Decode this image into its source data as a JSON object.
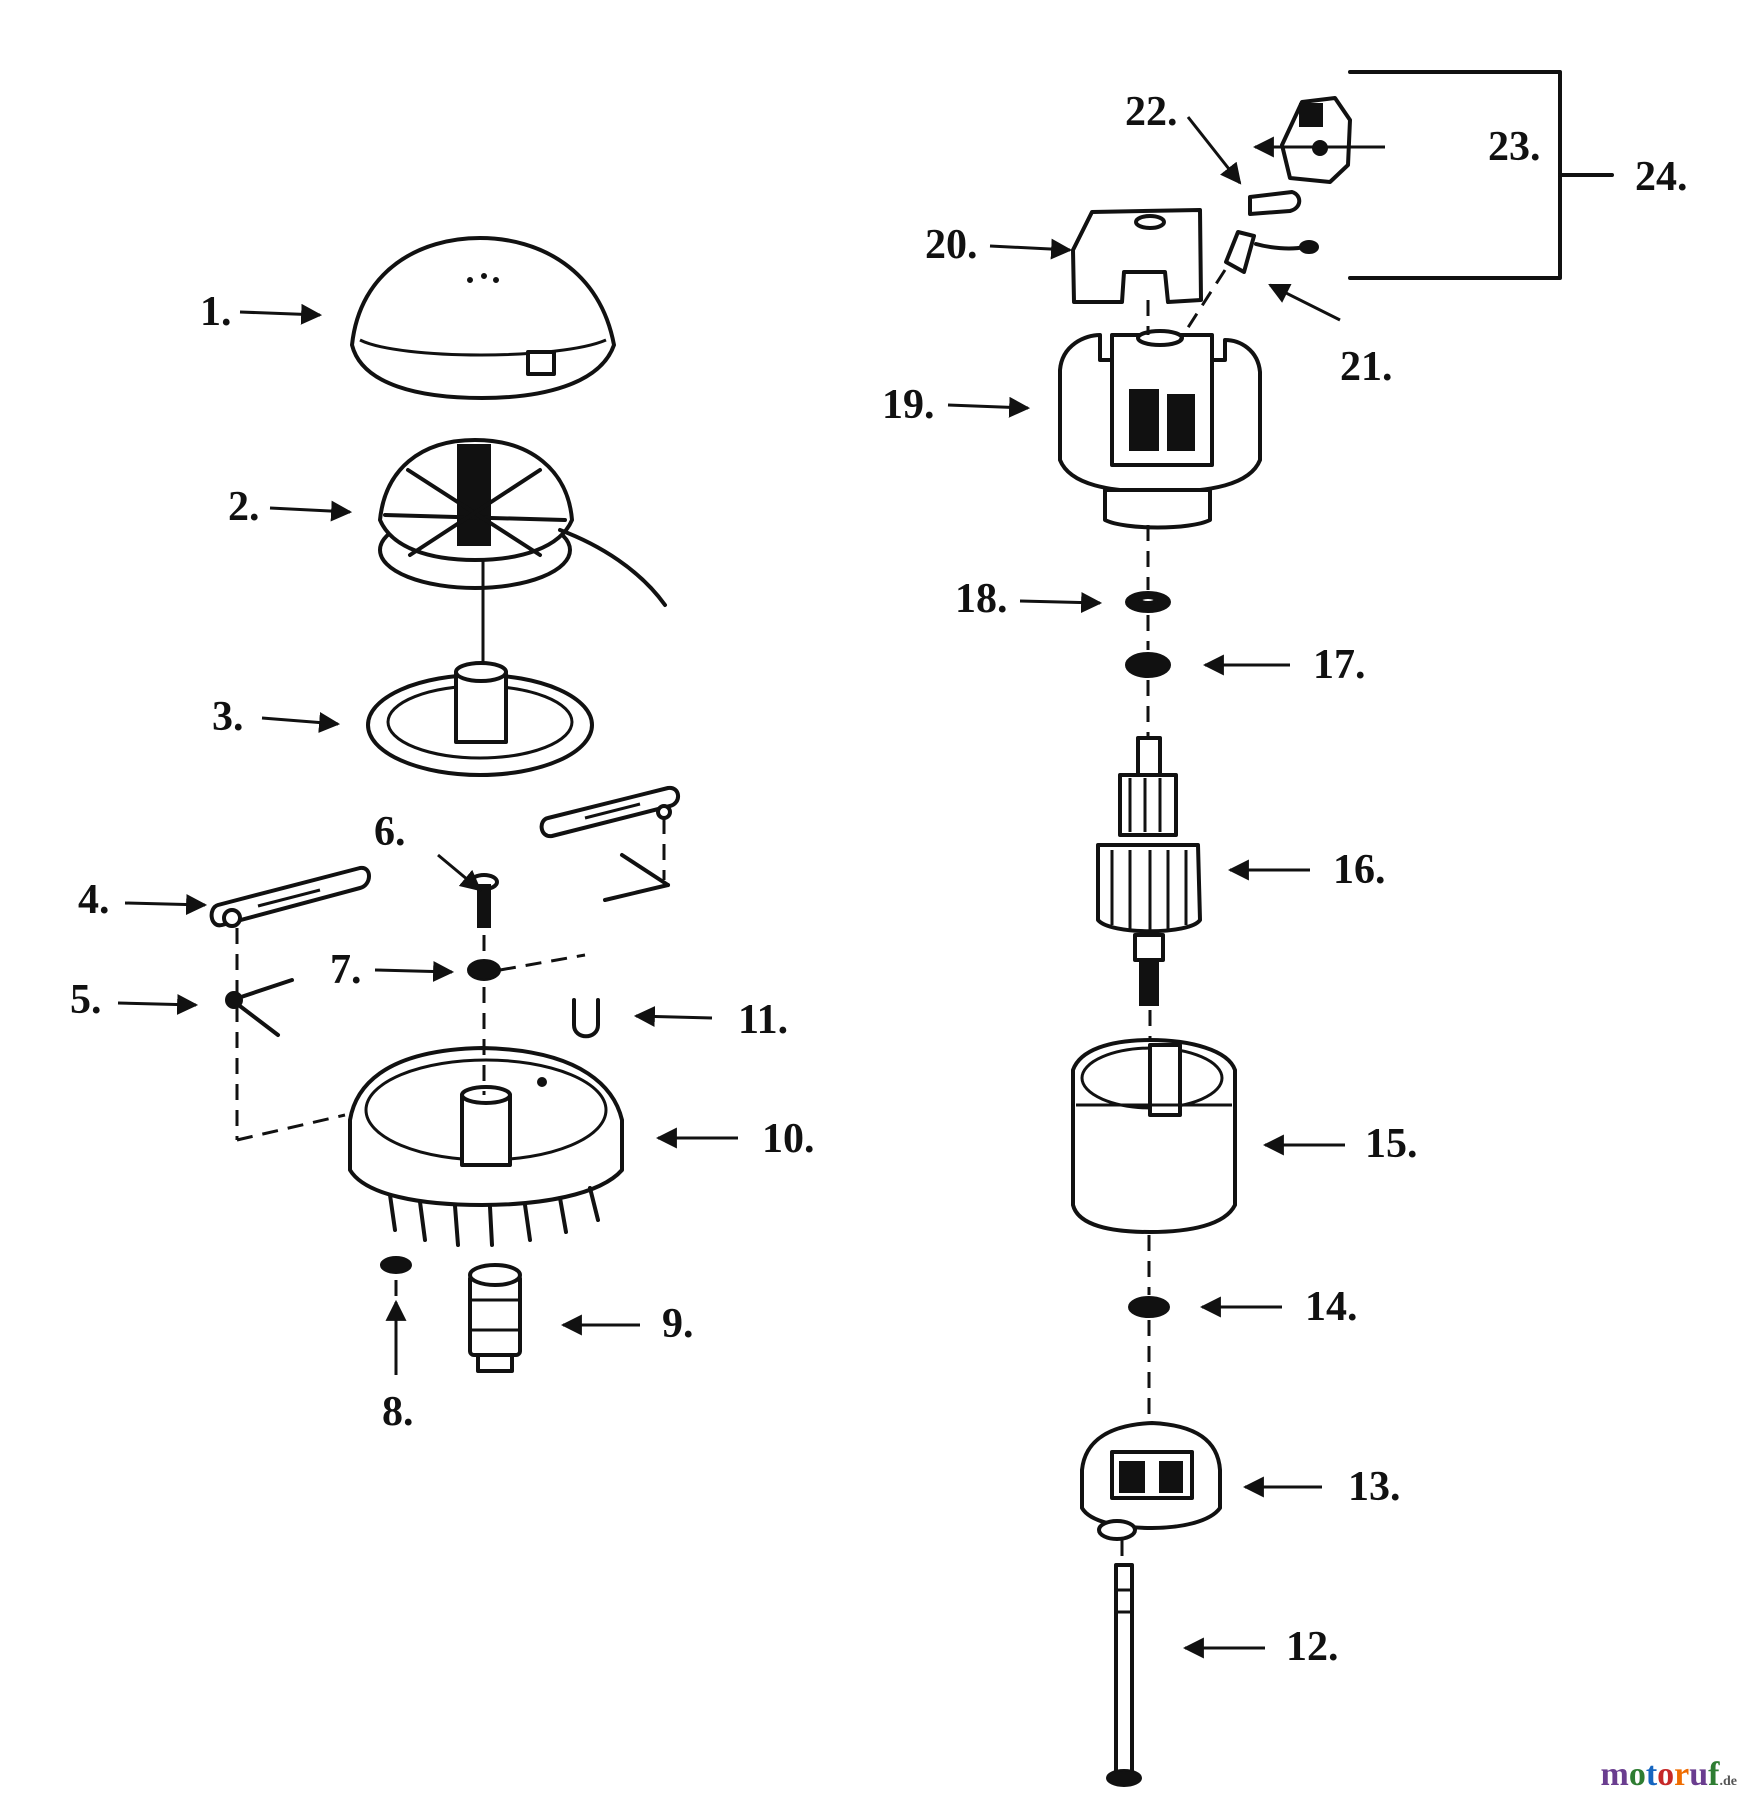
{
  "labels": {
    "p1": "1.",
    "p2": "2.",
    "p3": "3.",
    "p4": "4.",
    "p5": "5.",
    "p6": "6.",
    "p7": "7.",
    "p8": "8.",
    "p9": "9.",
    "p10": "10.",
    "p11": "11.",
    "p12": "12.",
    "p13": "13.",
    "p14": "14.",
    "p15": "15.",
    "p16": "16.",
    "p17": "17.",
    "p18": "18.",
    "p19": "19.",
    "p20": "20.",
    "p21": "21.",
    "p22": "22.",
    "p23": "23.",
    "p24": "24."
  },
  "watermark": {
    "brand": "motoruf",
    "suffix": ".de",
    "colors": [
      "#6a3d8f",
      "#2e7d32",
      "#1565c0",
      "#c62828",
      "#ef6c00"
    ]
  }
}
